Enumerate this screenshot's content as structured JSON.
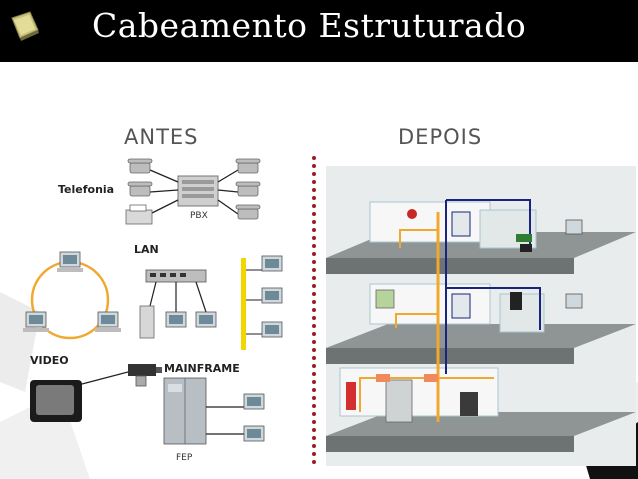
{
  "slide": {
    "title": "Cabeamento Estruturado"
  },
  "diagram": {
    "before_label": "ANTES",
    "after_label": "DEPOIS",
    "telephony_label": "Telefonia",
    "pbx_label": "PBX",
    "lan_label": "LAN",
    "video_label": "VIDEO",
    "mainframe_label": "MAINFRAME",
    "fep_label": "FEP"
  },
  "colors": {
    "title_bar": "#000000",
    "divider_dots": "#9b1b2c",
    "cable_orange": "#f0a830",
    "cable_blue": "#1a237e",
    "lan_bus": "#f2d600"
  }
}
